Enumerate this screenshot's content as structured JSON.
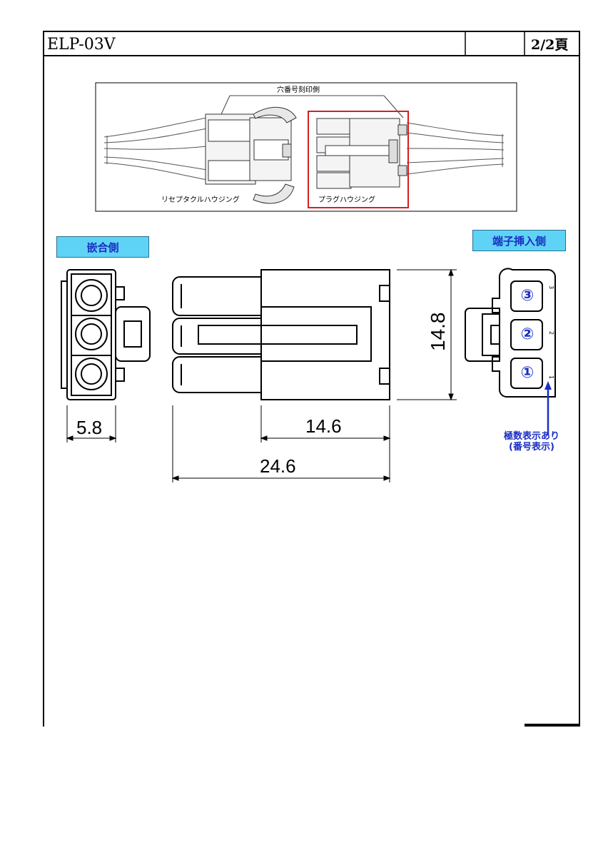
{
  "header": {
    "part_number": "ELP-03V",
    "page": "2/2頁"
  },
  "photo": {
    "hole_marking_label": "穴番号刻印側",
    "receptacle_label": "リセプタクルハウジング",
    "plug_label": "プラグハウジング"
  },
  "views": {
    "mating_side_label": "嵌合側",
    "terminal_insertion_label": "端子挿入側"
  },
  "dimensions": {
    "width_left": "5.8",
    "body_length": "14.6",
    "overall_length": "24.6",
    "height": "14.8"
  },
  "pins": {
    "circled": [
      "③",
      "②",
      "①"
    ],
    "small": [
      "3",
      "2",
      "1"
    ],
    "note_line1": "極数表示あり",
    "note_line2": "(番号表示)"
  },
  "colors": {
    "label_bg": "#5fd3f5",
    "label_text": "#1a2fc4",
    "highlight_box": "#d42020",
    "note_arrow": "#1a2fc4"
  }
}
